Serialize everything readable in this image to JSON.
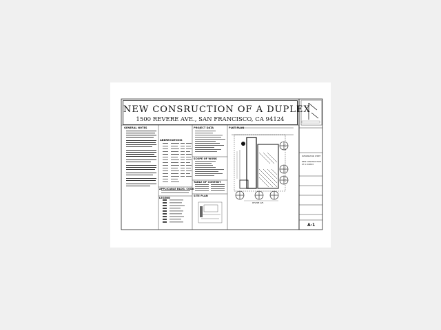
{
  "sheet": {
    "title": "NEW CONSRUCTION OF A DUPLEX",
    "subtitle": "1500 REVERE AVE., SAN FRANCISCO, CA 94124",
    "sections": {
      "general_notes": "GENERAL NOTES",
      "abbreviations": "ABBREVIATIONS",
      "project_data": "PROJECT DATA",
      "plot_plan": "PLOT PLAN",
      "scope_of_work": "SCOPE OF WORK",
      "applicable_code": "APPLICABLE BLDG. CODE",
      "table_of_content": "TABLE OF CONTENT",
      "legend": "LEGEND",
      "site_plan": "SITE PLAN"
    },
    "title_block": {
      "project_line_1": "NEW CONSTRUCTION",
      "project_line_2": "OF A DUPLEX",
      "info_heading": "INFORMATION SHEET",
      "sheet_number": "A-1"
    },
    "plan_labels": {
      "street": "REVERE AVE."
    }
  }
}
